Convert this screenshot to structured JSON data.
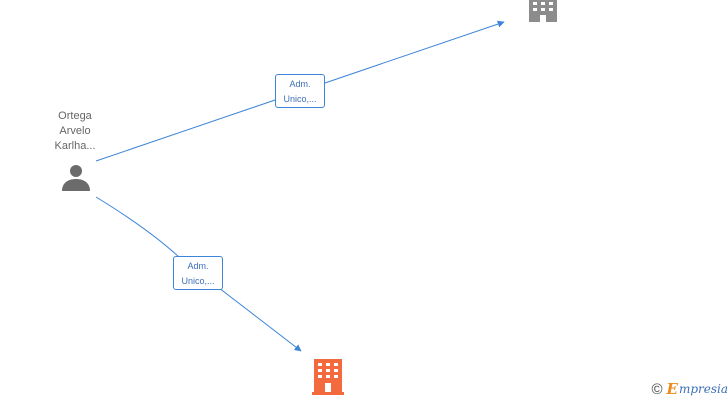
{
  "colors": {
    "edge": "#3d85d8",
    "company_gray": "#8c8c8c",
    "company_highlight": "#f26a3d",
    "person": "#6b6b6b",
    "brand_accent": "#ee8a1c",
    "brand_text": "#3d6fb8"
  },
  "person": {
    "name_lines": [
      "Ortega",
      "Arvelo",
      "Karlha..."
    ],
    "icon": "person-icon"
  },
  "companies": [
    {
      "icon": "building-icon",
      "highlight": false
    },
    {
      "icon": "building-icon",
      "highlight": true
    }
  ],
  "edges": [
    {
      "label_line1": "Adm.",
      "label_line2": "Unico,..."
    },
    {
      "label_line1": "Adm.",
      "label_line2": "Unico,..."
    }
  ],
  "watermark": {
    "symbol": "©",
    "brand_initial": "E",
    "brand_rest": "mpresia"
  }
}
